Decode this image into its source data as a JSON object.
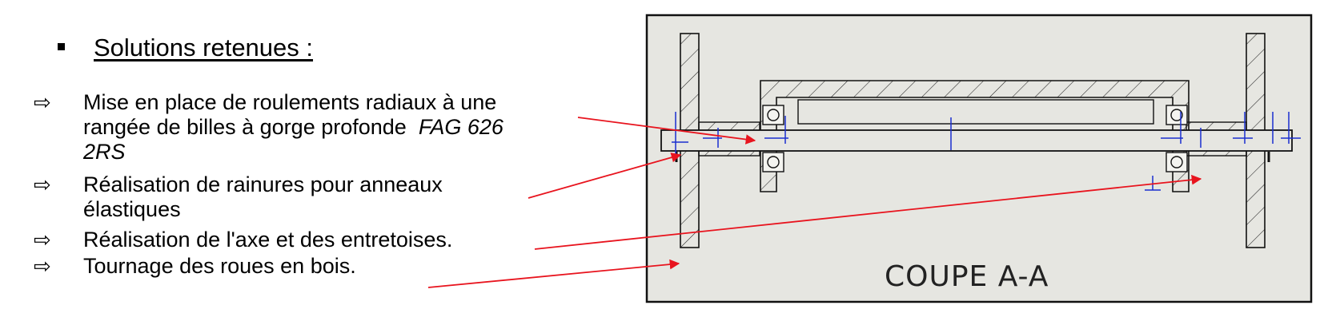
{
  "heading": "Solutions retenues :",
  "arrow_glyph": "⇨",
  "items": [
    {
      "lines": [
        "Mise en place de roulements radiaux à une",
        "rangée de billes à gorge profonde",
        "2RS"
      ],
      "italic": "FAG 626"
    },
    {
      "lines": [
        "Réalisation de rainures pour anneaux",
        "élastiques"
      ]
    },
    {
      "lines": [
        "Réalisation de l'axe et des entretoises."
      ]
    },
    {
      "lines": [
        "Tournage des roues en bois."
      ]
    }
  ],
  "drawing": {
    "caption": "COUPE A-A",
    "panel_color": "#e6e6e1",
    "line_color": "#111111",
    "dimension_color": "#1a2fd0",
    "leader_color": "#e8141e"
  }
}
